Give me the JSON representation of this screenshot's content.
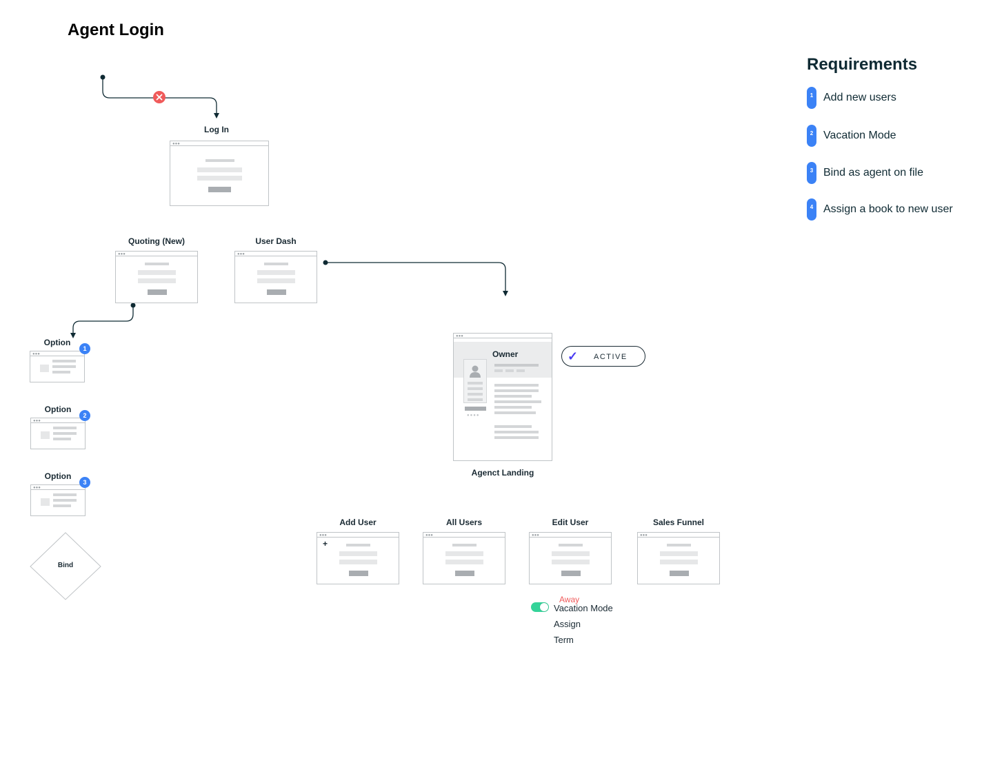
{
  "title": "Agent Login",
  "requirements": {
    "title": "Requirements",
    "items": [
      {
        "num": "1",
        "text": "Add new users"
      },
      {
        "num": "2",
        "text": "Vacation Mode"
      },
      {
        "num": "3",
        "text": "Bind as agent on file"
      },
      {
        "num": "4",
        "text": "Assign a book to new user"
      }
    ]
  },
  "screens": {
    "login": "Log In",
    "quoting": "Quoting (New)",
    "user_dash": "User Dash",
    "agent_landing": "Agenct Landing",
    "add_user": "Add User",
    "all_users": "All Users",
    "edit_user": "Edit User",
    "sales_funnel": "Sales Funnel"
  },
  "options": [
    {
      "label": "Option",
      "badge": "1"
    },
    {
      "label": "Option",
      "badge": "2"
    },
    {
      "label": "Option",
      "badge": "3"
    }
  ],
  "decision": "Bind",
  "profile": {
    "name": "Owner",
    "status": "ACTIVE"
  },
  "add_icon": "+",
  "edit_menu": {
    "away": "Away",
    "items": [
      "Vacation Mode",
      "Assign",
      "Term"
    ],
    "toggle_on": true
  },
  "colors": {
    "accent_blue": "#3b82f6",
    "error_red": "#f05a5a",
    "toggle_green": "#34d399",
    "check_purple": "#4b3df2",
    "connector": "#0f2a33"
  },
  "icons": [
    "error-x-icon",
    "checkmark-icon",
    "user-avatar-icon",
    "plus-icon"
  ]
}
